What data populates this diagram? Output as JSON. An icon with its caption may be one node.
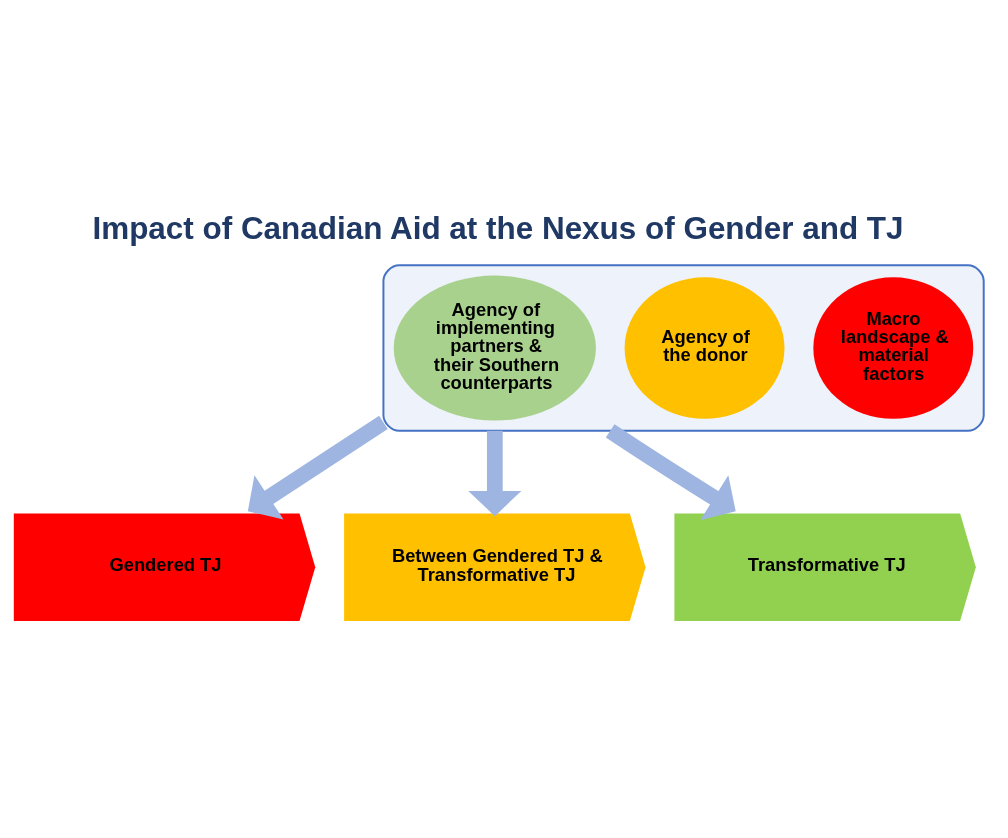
{
  "diagram": {
    "title": "Impact of Canadian Aid at the Nexus of Gender and TJ",
    "nodes": [
      {
        "text": [],
        "shape": "funnel"
      },
      {
        "text": [
          "Macro landscape & material factors"
        ],
        "in": 0
      },
      {
        "text": [
          "Agency of the donor"
        ],
        "in": 0
      },
      {
        "text": [
          "Agency of implementing partners & their Southern counterparts"
        ],
        "in": 0
      },
      {
        "text": [
          "Gendered TJ"
        ]
      },
      {
        "text": [
          "Between Gendered TJ & Transformative TJ"
        ]
      },
      {
        "text": [
          "Transformative TJ"
        ]
      }
    ],
    "edges": [
      {
        "from": 0,
        "to": 4,
        "arrow": "to"
      },
      {
        "from": 0,
        "to": 5,
        "arrow": "to"
      },
      {
        "from": 0,
        "to": 6,
        "arrow": "to"
      }
    ]
  }
}
